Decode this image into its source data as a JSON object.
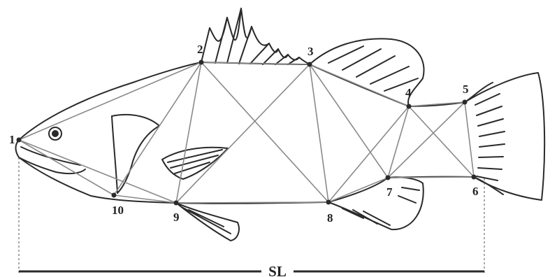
{
  "diagram": {
    "landmarks": [
      {
        "id": "1",
        "label": "1"
      },
      {
        "id": "2",
        "label": "2"
      },
      {
        "id": "3",
        "label": "3"
      },
      {
        "id": "4",
        "label": "4"
      },
      {
        "id": "5",
        "label": "5"
      },
      {
        "id": "6",
        "label": "6"
      },
      {
        "id": "7",
        "label": "7"
      },
      {
        "id": "8",
        "label": "8"
      },
      {
        "id": "9",
        "label": "9"
      },
      {
        "id": "10",
        "label": "10"
      }
    ],
    "truss_connections": [
      [
        "1",
        "2"
      ],
      [
        "1",
        "10"
      ],
      [
        "1",
        "9"
      ],
      [
        "2",
        "10"
      ],
      [
        "2",
        "9"
      ],
      [
        "2",
        "3"
      ],
      [
        "2",
        "8"
      ],
      [
        "3",
        "9"
      ],
      [
        "3",
        "8"
      ],
      [
        "3",
        "7"
      ],
      [
        "3",
        "4"
      ],
      [
        "4",
        "8"
      ],
      [
        "4",
        "7"
      ],
      [
        "4",
        "6"
      ],
      [
        "4",
        "5"
      ],
      [
        "5",
        "7"
      ],
      [
        "5",
        "6"
      ],
      [
        "6",
        "7"
      ],
      [
        "7",
        "8"
      ],
      [
        "8",
        "9"
      ],
      [
        "9",
        "10"
      ]
    ],
    "measurement": {
      "label": "SL"
    },
    "colors": {
      "outline": "#2a2a2a",
      "truss": "#8a8a8a",
      "text": "#222222"
    }
  }
}
